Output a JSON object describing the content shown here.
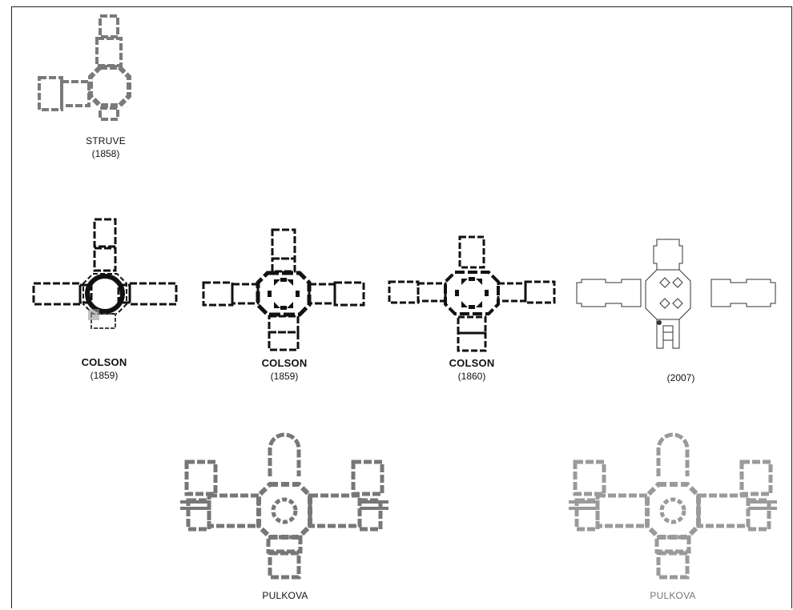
{
  "plans": {
    "struve": {
      "name": "STRUVE",
      "year": "(1858)"
    },
    "colson_a": {
      "name": "COLSON",
      "year": "(1859)"
    },
    "colson_b": {
      "name": "COLSON",
      "year": "(1859)"
    },
    "colson_c": {
      "name": "COLSON",
      "year": "(1860)"
    },
    "plan_2007": {
      "year": "(2007)"
    },
    "pulkova_a": {
      "name": "PULKOVA"
    },
    "pulkova_b": {
      "name": "PULKOVA"
    }
  },
  "colors": {
    "struve": "#7a7a7a",
    "colson": "#111111",
    "pulkova_dark": "#777777",
    "pulkova_light": "#9a9a9a"
  }
}
